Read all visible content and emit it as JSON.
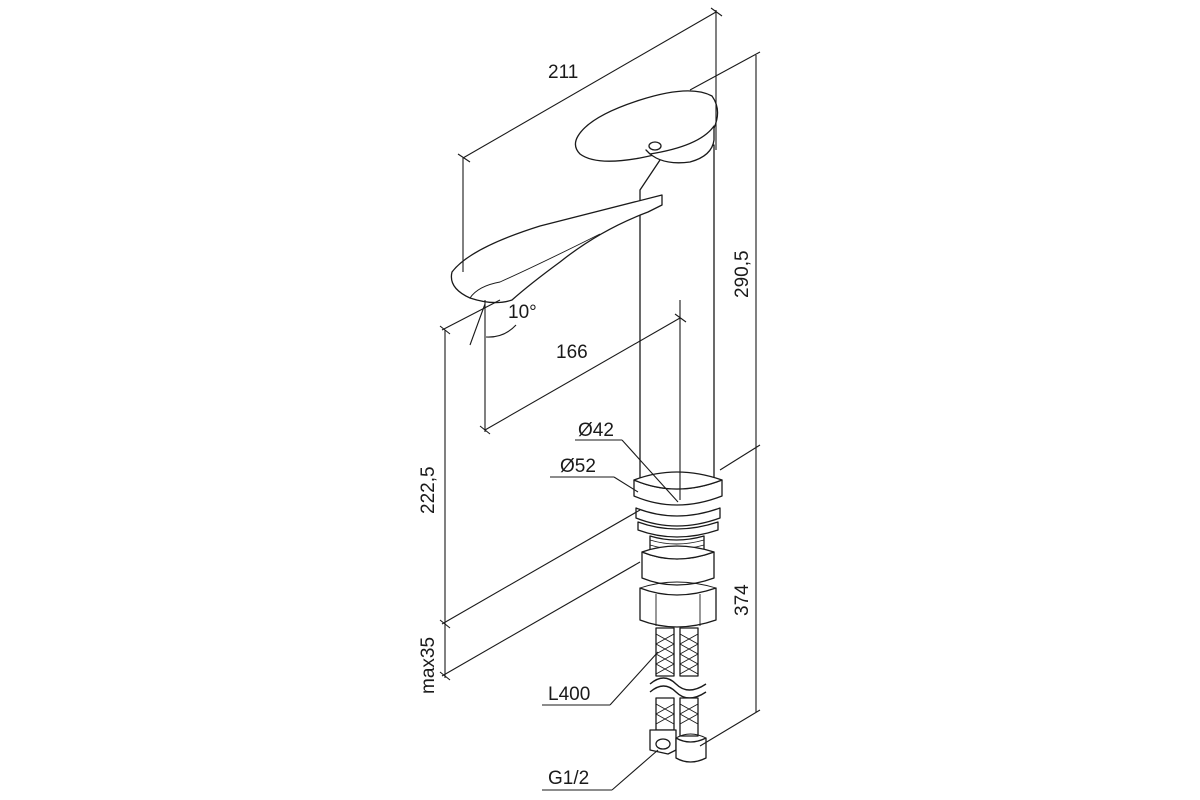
{
  "diagram": {
    "dimensions": {
      "total_reach": "211",
      "spout_reach": "166",
      "spout_angle": "10°",
      "total_height": "290,5",
      "spout_height": "222,5",
      "max_counter_thickness": "max35",
      "below_counter_length": "374",
      "body_diameter": "Ø42",
      "base_diameter": "Ø52",
      "hose_length": "L400",
      "connection_thread": "G1/2"
    },
    "colors": {
      "line": "#1a1a1a",
      "background": "#ffffff"
    }
  }
}
